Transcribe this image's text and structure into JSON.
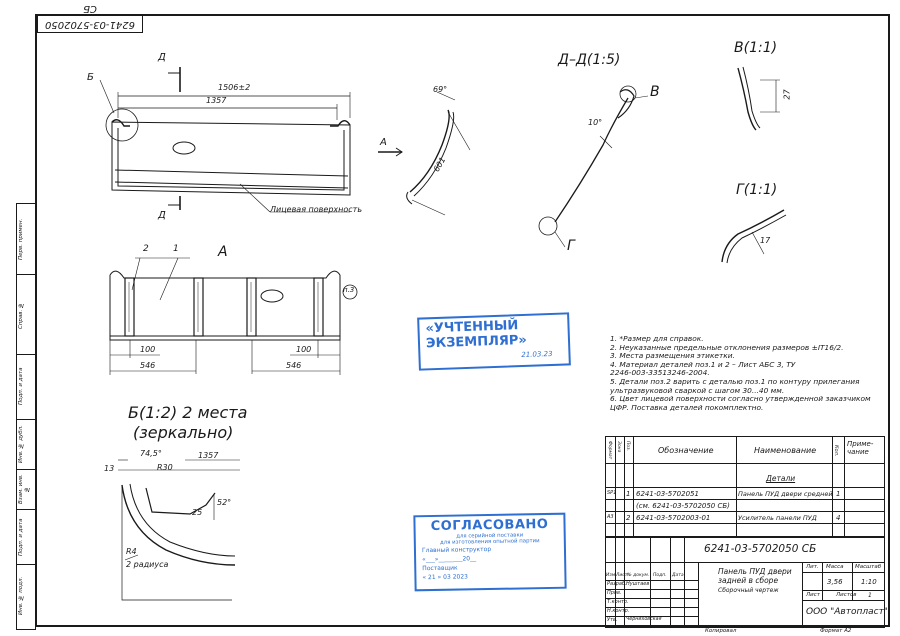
{
  "drawing": {
    "top_code_rotated": "6241-03-5702050 СБ",
    "section_marker_d": "Д",
    "callout_b": "Б",
    "dim_1506": "1506±2",
    "dim_1357": "1357",
    "face_label": "Лицевая поверхность",
    "view_a_arrow": "А",
    "view_a_title": "А",
    "pos_2": "2",
    "pos_1": "1",
    "p3": "п.3",
    "dim_100_left": "100",
    "dim_546_left": "546",
    "dim_100_right": "100",
    "dim_546_right": "546",
    "profile_69": "69°",
    "profile_601": "601",
    "section_dd_title": "Д–Д(1:5)",
    "section_dd_v": "В",
    "section_dd_10": "10°",
    "section_dd_g": "Г",
    "detail_v_title": "В(1:1)",
    "detail_v_dim": "27",
    "detail_g_title": "Г(1:1)",
    "detail_g_dim": "17",
    "detail_b_title": "Б(1:2) 2 места",
    "detail_b_subtitle": "(зеркально)",
    "detail_b_13": "13",
    "detail_b_745": "74,5°",
    "detail_b_r30": "R30",
    "detail_b_1357": "1357",
    "detail_b_25": "25",
    "detail_b_52": "52°",
    "detail_b_r4": "R4",
    "detail_b_radii": "2 радиуса"
  },
  "notes": [
    "1. *Размер для справок.",
    "2. Неуказанные предельные отклонения размеров ±IT16/2.",
    "3. Места размещения этикетки.",
    "4. Материал деталей поз.1 и 2 – Лист АБС 3, ТУ",
    "2246-003-33513246-2004.",
    "5. Детали поз.2 варить с деталью поз.1 по контуру прилегания",
    "ультразвуковой сваркой с шагом 30...40 мм.",
    "6. Цвет лицевой поверхности согласно утвержденной заказчиком",
    "ЦФР. Поставка деталей покомплектно."
  ],
  "stamps": {
    "copy_line1": "«УЧТЕННЫЙ",
    "copy_line2": "ЭКЗЕМПЛЯР»",
    "copy_date": "21.03.23",
    "agreed_title": "СОГЛАСОВАНО",
    "agreed_sub1": "для серийной поставки",
    "agreed_sub2": "для изготовления опытной партии",
    "agreed_row1": "Главный конструктор",
    "agreed_row2": "«___»________20__",
    "agreed_row3": "Поставщик",
    "agreed_row4": "« 21 »   03   2023"
  },
  "spec_table": {
    "headers": [
      "Формат",
      "Зона",
      "Поз.",
      "Обозначение",
      "Наименование",
      "Кол.",
      "Приме-чание"
    ],
    "section": "Детали",
    "rows": [
      {
        "format": "SP1",
        "pos": "1",
        "designation": "6241-03-5702051",
        "name": "Панель ПУД двери средней",
        "qty": "1"
      },
      {
        "format": "",
        "pos": "",
        "designation": "(см. 6241-03-5702050 СБ)",
        "name": "",
        "qty": ""
      },
      {
        "format": "A3",
        "pos": "2",
        "designation": "6241-03-5702003-01",
        "name": "Усилитель панели ПУД",
        "qty": "4"
      }
    ]
  },
  "title_block": {
    "code": "6241-03-5702050 СБ",
    "name_line1": "Панель ПУД двери",
    "name_line2": "задней в сборе",
    "name_line3": "Сборочный чертеж",
    "lit_label": "Лит.",
    "mass_label": "Масса",
    "scale_label": "Масштаб",
    "mass": "3,56",
    "scale": "1:10",
    "sheet_label": "Лист",
    "sheets_label": "Листов",
    "sheets_value": "1",
    "company": "ООО \"Автопласт\"",
    "col_izm": "Изм",
    "col_list": "Лист",
    "col_doc": "№ докум.",
    "col_sign": "Подп.",
    "col_date": "Дата",
    "role_razrab": "Разраб.",
    "role_prov": "Пров.",
    "role_tkontr": "Т.контр.",
    "role_nkontr": "Н.контр.",
    "role_utv": "Утв.",
    "razrab_name": "Нуштаев",
    "utv_name": "Черниховская",
    "copied": "Копировал",
    "format": "Формат   А2"
  },
  "sidebar": {
    "cap1": "Перв. примен.",
    "cap2": "Справ. №",
    "cap3": "Подп. и дата",
    "cap4": "Инв. № дубл.",
    "cap5": "Взам. инв. №",
    "cap6": "Подп. и дата",
    "cap7": "Инв. № подл."
  }
}
